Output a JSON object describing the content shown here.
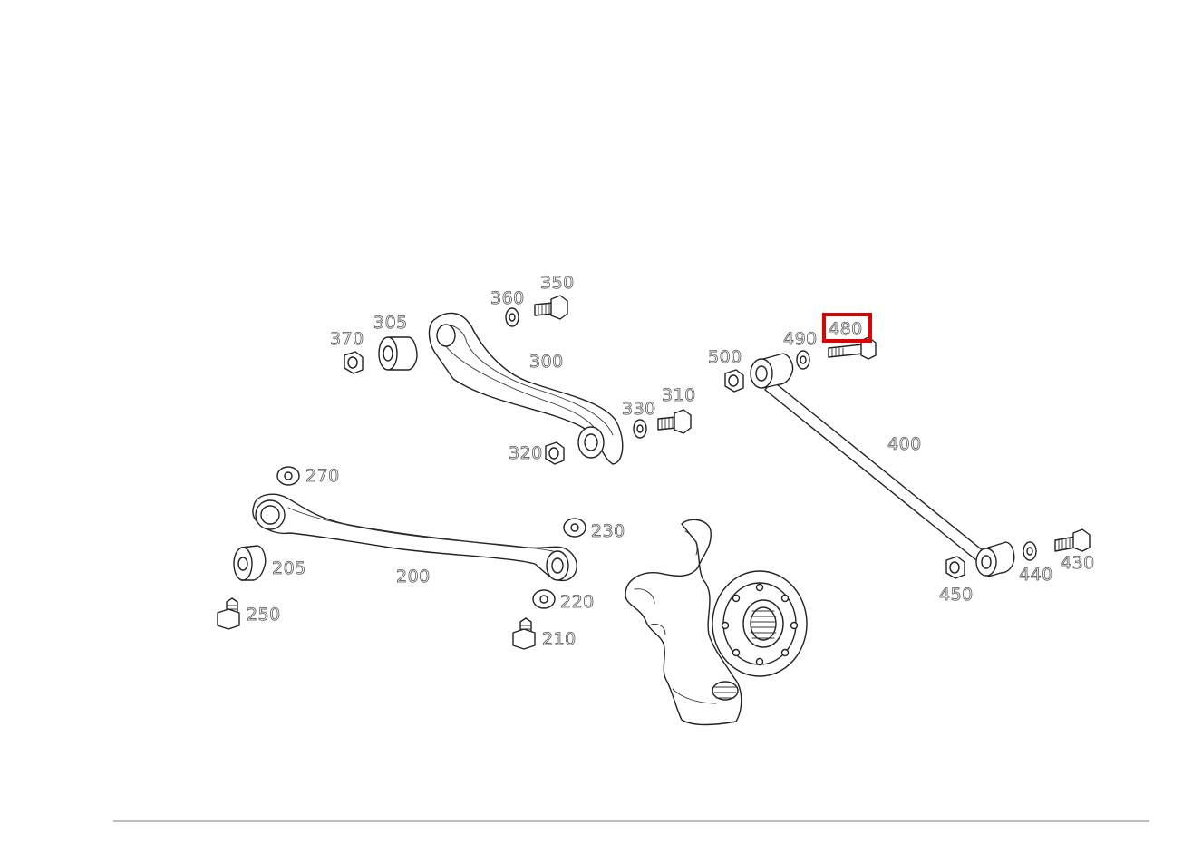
{
  "diagram": {
    "highlight_color": "#e00000",
    "highlighted_part": "480",
    "callouts": {
      "p200": "200",
      "p205": "205",
      "p210": "210",
      "p220": "220",
      "p230": "230",
      "p250": "250",
      "p270": "270",
      "p300": "300",
      "p305": "305",
      "p310": "310",
      "p320": "320",
      "p330": "330",
      "p350": "350",
      "p360": "360",
      "p370": "370",
      "p400": "400",
      "p430": "430",
      "p440": "440",
      "p450": "450",
      "p480": "480",
      "p490": "490",
      "p500": "500"
    }
  }
}
